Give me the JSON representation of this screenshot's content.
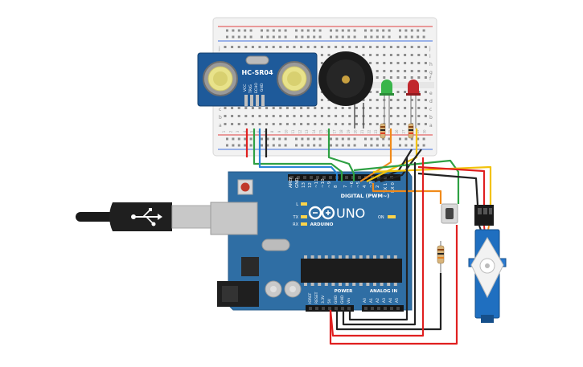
{
  "breadboard": {
    "row_letters_top": [
      "j",
      "i",
      "h",
      "g",
      "f"
    ],
    "row_letters_bottom": [
      "e",
      "d",
      "c",
      "b",
      "a"
    ],
    "col_numbers": [
      "1",
      "2",
      "3",
      "4",
      "5",
      "6",
      "7",
      "8",
      "9",
      "10",
      "11",
      "12",
      "13",
      "14",
      "15",
      "16",
      "17",
      "18",
      "19",
      "20",
      "21",
      "22",
      "23",
      "24",
      "25",
      "26",
      "27",
      "28",
      "29",
      "30"
    ]
  },
  "sensor": {
    "model": "HC-SR04",
    "pins": [
      "VCC",
      "TRIG",
      "ECHO",
      "GND"
    ]
  },
  "arduino": {
    "brand": "ARDUINO",
    "model": "UNO",
    "digital_label": "DIGITAL (PWM~)",
    "digital_pins": [
      "AREF",
      "GND",
      "13",
      "12",
      "~11",
      "~10",
      "~9",
      "8",
      "7",
      "~6",
      "~5",
      "4",
      "~3",
      "2",
      "TX 1",
      "RX 0"
    ],
    "led_labels": [
      "L",
      "TX",
      "RX"
    ],
    "on_label": "ON",
    "power_label": "POWER",
    "power_pins": [
      "IOREF",
      "RESET",
      "3.3V",
      "5V",
      "GND",
      "GND",
      "Vin"
    ],
    "analog_label": "ANALOG IN",
    "analog_pins": [
      "A0",
      "A1",
      "A2",
      "A3",
      "A4",
      "A5"
    ]
  },
  "components": {
    "buzzer": "piezo-buzzer",
    "led_green": "#39b54a",
    "led_red": "#c1272d",
    "servo_color": "#1f6fc0",
    "board_color": "#2f6ea4"
  },
  "wire_colors": {
    "red": "#e02020",
    "black": "#222222",
    "green": "#2ea043",
    "blue": "#2a86d6",
    "yellow": "#f2c20c",
    "orange": "#f08a1a"
  }
}
